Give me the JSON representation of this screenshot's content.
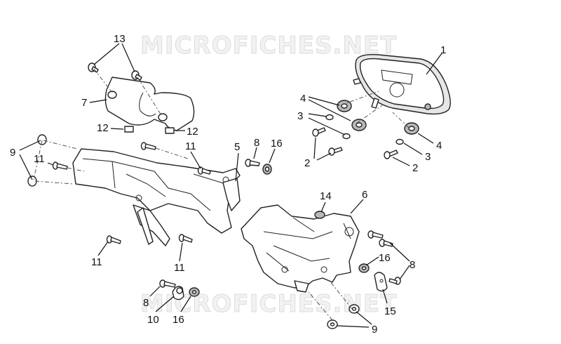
{
  "watermarks": {
    "top": "MICROFICHES.NET",
    "bottom": "MICROFICHES.NET"
  },
  "callouts": {
    "c13": "13",
    "c7": "7",
    "c12a": "12",
    "c12b": "12",
    "c9a": "9",
    "c11a": "11",
    "c11b": "11",
    "c11c": "11",
    "c11d": "11",
    "c8a": "8",
    "c16a": "16",
    "c5": "5",
    "c1": "1",
    "c4a": "4",
    "c3a": "3",
    "c2a": "2",
    "c4b": "4",
    "c3b": "3",
    "c2b": "2",
    "c14": "14",
    "c6": "6",
    "c16b": "16",
    "c8b": "8",
    "c15": "15",
    "c9b": "9",
    "c8c": "8",
    "c10": "10",
    "c16c": "16"
  }
}
